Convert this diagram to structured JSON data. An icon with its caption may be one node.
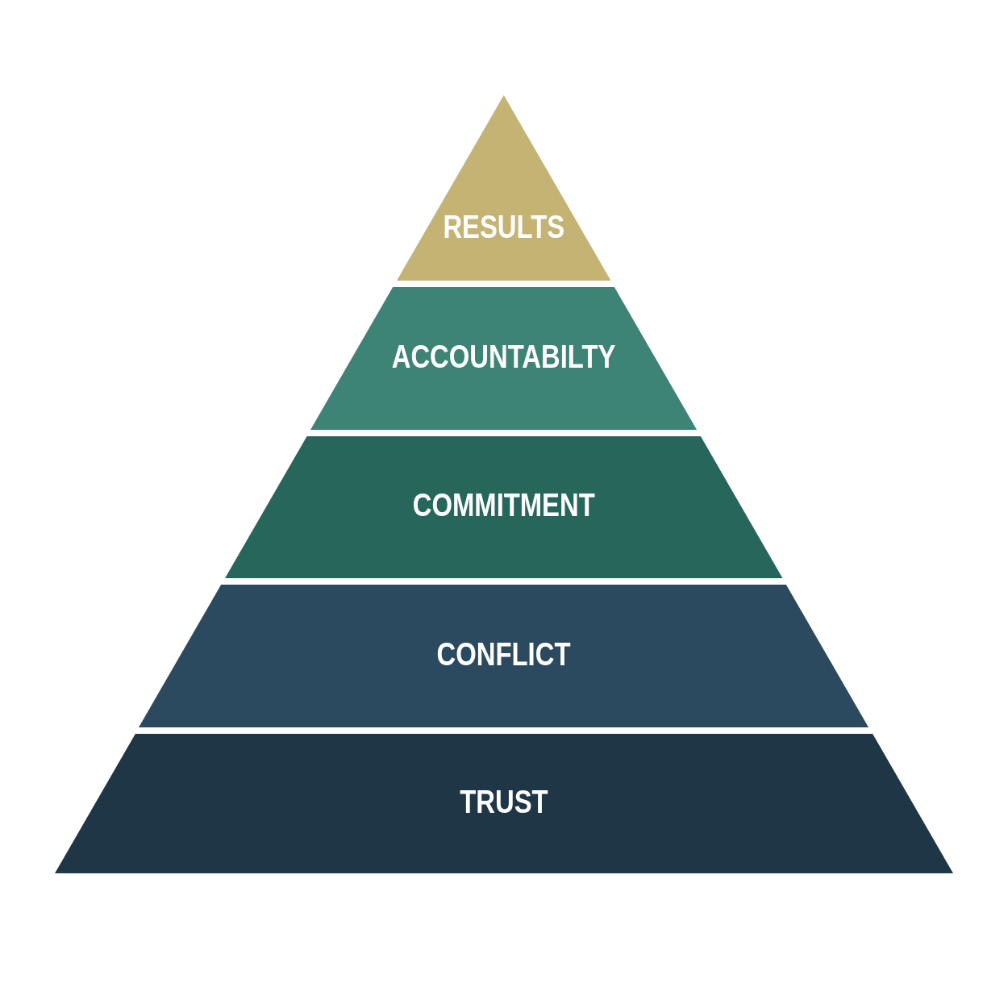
{
  "diagram": {
    "nodes": [
      {
        "text": [
          "RESULTS"
        ]
      },
      {
        "text": [
          "ACCOUNTABILTY"
        ]
      },
      {
        "text": [
          "COMMITMENT"
        ]
      },
      {
        "text": [
          "CONFLICT"
        ]
      },
      {
        "text": [
          "TRUST"
        ]
      }
    ]
  }
}
